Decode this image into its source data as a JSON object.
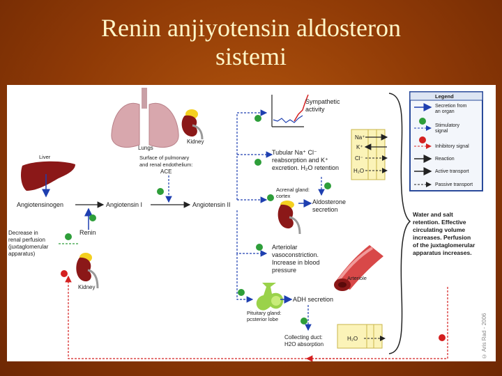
{
  "slide": {
    "title_line1": "Renin anjiyotensin aldosteron",
    "title_line2": "sistemi"
  },
  "colors": {
    "background": "#9a4208",
    "title": "#fff6c8",
    "secretion_arrow": "#1e3fb0",
    "inhibitory": "#d42020",
    "stimulatory": "#2e9e3a",
    "organ_red": "#8b1818"
  },
  "diagram": {
    "organs": {
      "lungs": "Lungs",
      "kidney_top": "Kidney",
      "liver": "Liver",
      "kidney_bottom": "Kidney",
      "adrenal": [
        "Acrenal gland:",
        "cortex"
      ],
      "arteriole": "Arteriole",
      "pituitary": [
        "Pituitary gland:",
        "pcsterior lobe"
      ],
      "collecting_duct": [
        "Collecting duct:",
        "H2O absorption"
      ]
    },
    "flow": {
      "angiotensinogen": "Angiotensinogen",
      "angiotensin_1": "Angiotensin I",
      "angiotensin_2": "Angiotensin II",
      "renin": "Renin",
      "ace_note": [
        "Surface of pulmonary",
        "and renal endothelium:",
        "ACE"
      ],
      "decrease": [
        "Decrease in",
        "renal perfusion",
        "(juxtaglomerular",
        "apparatus)"
      ]
    },
    "effects": {
      "sympathetic": [
        "Sympathetic",
        "activity"
      ],
      "tubular": [
        "Tubular Na⁺ Cl⁻",
        "reabsorption and K⁺",
        "excretion. H₂O retention"
      ],
      "aldosterone": [
        "Aldosterone",
        "secretion"
      ],
      "arteriolar": [
        "Arteriolar",
        "vasoconstriction.",
        "Increase in blood",
        "pressure"
      ],
      "adh": "ADH secretion",
      "ions": [
        "Na⁺",
        "K⁺",
        "Cl⁻",
        "H₂O"
      ],
      "duct_h2o": "H₂O",
      "result": [
        "Water and salt",
        "retention. Effective",
        "circulating volume",
        "increases. Perfusion",
        "of the juxtaglomerular",
        "apparatus increases."
      ]
    },
    "legend": {
      "title": "Legend",
      "items": [
        [
          "Secretion from",
          "an organ"
        ],
        [
          "Stimulatory",
          "signal"
        ],
        [
          "Inhibitory signal"
        ],
        [
          "Reaction"
        ],
        [
          "Active transport"
        ],
        [
          "Passive transport"
        ]
      ]
    },
    "credit": "© Aris Rad - 2006"
  }
}
